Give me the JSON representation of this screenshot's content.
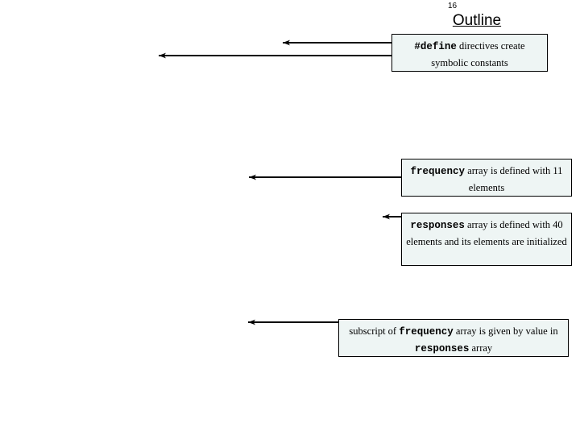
{
  "slide": {
    "page_number": "16",
    "title": "Outline",
    "background_color": "#ffffff",
    "callout_fill_color": "#eef5f4",
    "callout_border_color": "#000000",
    "arrow_color": "#000000"
  },
  "callouts": [
    {
      "id": "define",
      "code_term": "#define",
      "text_after": " directives create symbolic constants",
      "full_text": "#define directives create symbolic constants",
      "arrows": 2
    },
    {
      "id": "frequency",
      "code_term": "frequency",
      "text_after": " array is defined with 11 elements",
      "full_text": "frequency array is defined with 11 elements",
      "arrows": 1
    },
    {
      "id": "responses",
      "code_term": "responses",
      "text_after": " array is defined with 40 elements and its elements are initialized",
      "full_text": "responses array is defined with 40 elements and its elements are initialized",
      "arrows": 1
    },
    {
      "id": "subscript",
      "text_before": "subscript of ",
      "code_term": "frequency",
      "text_middle": " array is given by value in ",
      "code_term2": "responses",
      "text_after": " array",
      "full_text": "subscript of frequency array is given by value in responses array",
      "arrows": 1
    }
  ]
}
